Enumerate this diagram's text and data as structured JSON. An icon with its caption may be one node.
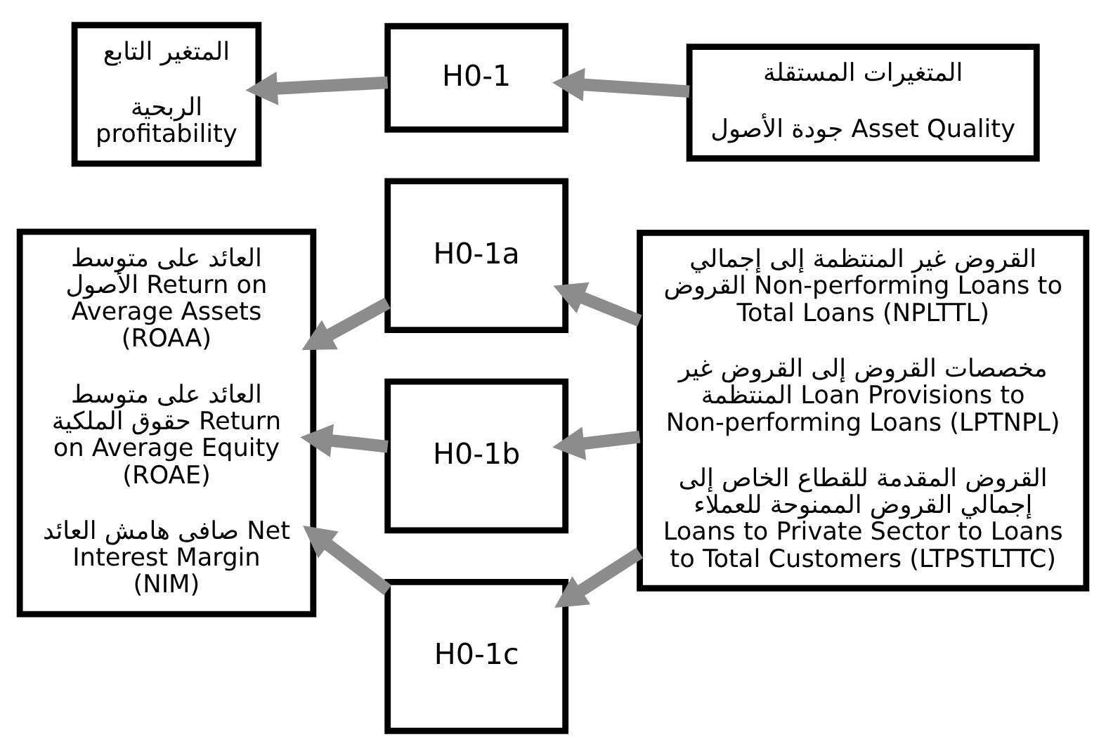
{
  "diagram": {
    "nodes": [
      {
        "text": [
          "المتغيرات المستقلة",
          "جودة الأصول Asset Quality"
        ]
      },
      {
        "text": [
          "القروض غير المنتظمة إلى إجمالي القروض Non-performing Loans to Total Loans (NPLTTL)",
          "مخصصات القروض إلى القروض غير المنتظمة Loan Provisions to Non-performing Loans (LPTNPL)",
          "القروض المقدمة للقطاع الخاص إلى إجمالي القروض الممنوحة للعملاء Loans to Private Sector to Loans to Total Customers (LTPSTLTTC)"
        ]
      },
      {
        "text": [
          "H0-1"
        ]
      },
      {
        "text": [
          "H0-1a"
        ]
      },
      {
        "text": [
          "H0-1b"
        ]
      },
      {
        "text": [
          "H0-1c"
        ]
      },
      {
        "text": [
          "المتغير التابع",
          "الربحية profitability"
        ]
      },
      {
        "text": [
          "العائد على متوسط الأصول Return on Average Assets (ROAA)",
          "العائد على متوسط حقوق الملكية Return on Average Equity (ROAE)",
          "صافى هامش العائد Net Interest Margin (NIM)"
        ]
      }
    ],
    "edges": [
      {
        "from": 0,
        "to": 2,
        "arrow": "to"
      },
      {
        "from": 2,
        "to": 6,
        "arrow": "to"
      },
      {
        "from": 1,
        "to": 3,
        "arrow": "to"
      },
      {
        "from": 3,
        "to": 7,
        "arrow": "to"
      },
      {
        "from": 1,
        "to": 4,
        "arrow": "to"
      },
      {
        "from": 4,
        "to": 7,
        "arrow": "to"
      },
      {
        "from": 1,
        "to": 5,
        "arrow": "to"
      },
      {
        "from": 5,
        "to": 7,
        "arrow": "to"
      }
    ]
  }
}
